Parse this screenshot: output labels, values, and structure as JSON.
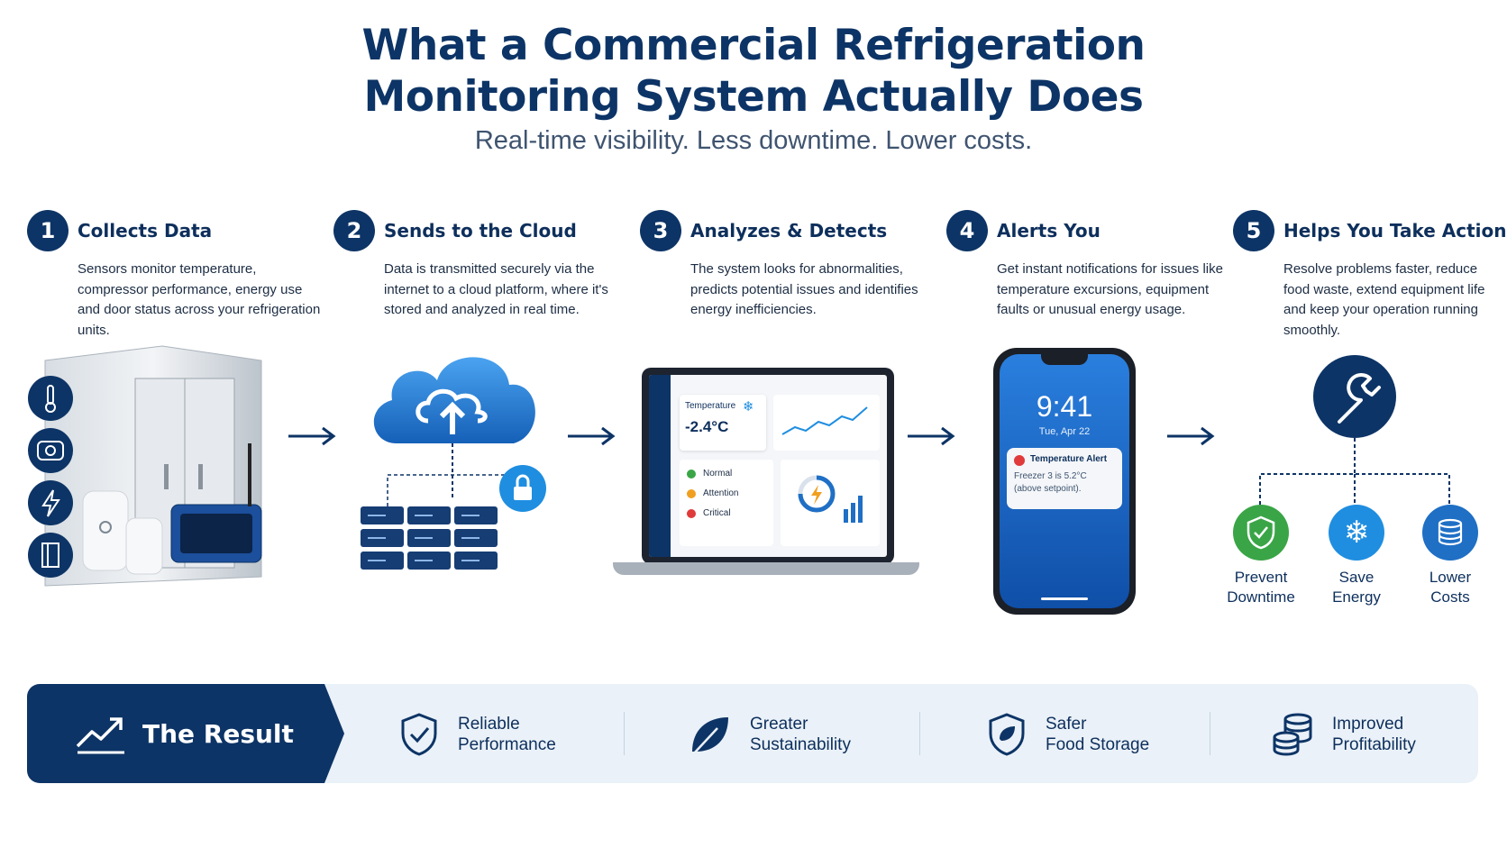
{
  "title_line1": "What a Commercial Refrigeration",
  "title_line2": "Monitoring System Actually Does",
  "subtitle": "Real-time visibility. Less downtime. Lower costs.",
  "colors": {
    "navy": "#0d3466",
    "blue": "#1f6fc5",
    "green": "#3aa547",
    "light_band": "#eaf1f8"
  },
  "steps": [
    {
      "number": "1",
      "title": "Collects Data",
      "description": "Sensors monitor temperature, compressor performance, energy use and door status across your refrigeration units.",
      "icons": [
        "thermometer-icon",
        "compressor-icon",
        "lightning-icon",
        "door-icon"
      ]
    },
    {
      "number": "2",
      "title": "Sends to the Cloud",
      "description": "Data is transmitted securely via the internet to a cloud platform, where it's stored and analyzed in real time.",
      "icons": [
        "cloud-upload-icon",
        "lock-icon",
        "server-icon"
      ]
    },
    {
      "number": "3",
      "title": "Analyzes & Detects",
      "description": "The system looks for abnormalities, predicts potential issues and identifies energy inefficiencies.",
      "dashboard": {
        "temp_label": "Temperature",
        "temp_value": "-2.4°C",
        "status": [
          {
            "label": "Normal",
            "color": "#3aa547"
          },
          {
            "label": "Attention",
            "color": "#f0a020"
          },
          {
            "label": "Critical",
            "color": "#e03a3a"
          }
        ]
      }
    },
    {
      "number": "4",
      "title": "Alerts You",
      "description": "Get instant notifications for issues like temperature excursions, equipment faults or unusual energy usage.",
      "phone": {
        "time": "9:41",
        "date": "Tue, Apr 22",
        "alert_title": "Temperature Alert",
        "alert_line1": "Freezer 3 is 5.2°C",
        "alert_line2": "(above setpoint)."
      }
    },
    {
      "number": "5",
      "title": "Helps You Take Action",
      "description": "Resolve problems faster, reduce food waste, extend equipment life and keep your operation running smoothly.",
      "icons": [
        "wrench-icon"
      ]
    }
  ],
  "benefits": [
    {
      "line1": "Prevent",
      "line2": "Downtime",
      "icon": "shield-check-icon",
      "color": "#3aa547"
    },
    {
      "line1": "Save",
      "line2": "Energy",
      "icon": "snowflake-icon",
      "color": "#1f8ee0"
    },
    {
      "line1": "Lower",
      "line2": "Costs",
      "icon": "coins-icon",
      "color": "#1f6fc5"
    }
  ],
  "result": {
    "title": "The Result",
    "items": [
      {
        "line1": "Reliable",
        "line2": "Performance",
        "icon": "shield-check-icon"
      },
      {
        "line1": "Greater",
        "line2": "Sustainability",
        "icon": "leaf-icon"
      },
      {
        "line1": "Safer",
        "line2": "Food Storage",
        "icon": "shield-food-icon"
      },
      {
        "line1": "Improved",
        "line2": "Profitability",
        "icon": "coins-icon"
      }
    ]
  }
}
